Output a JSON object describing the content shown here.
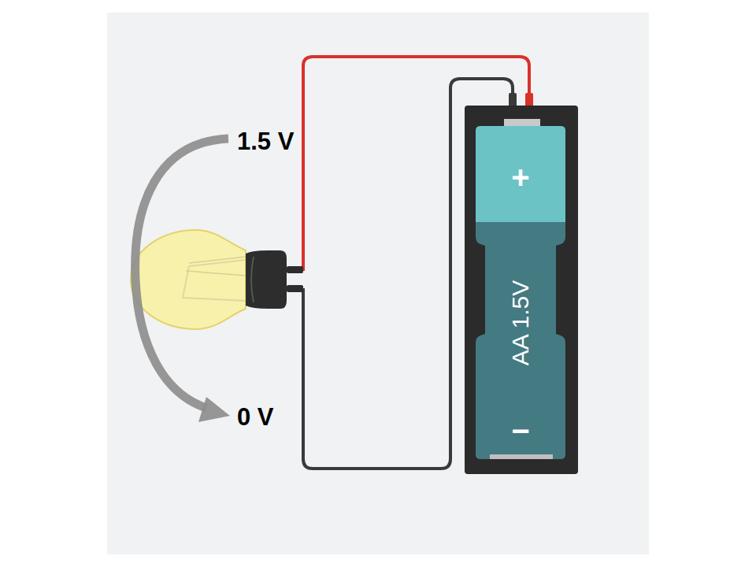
{
  "diagram": {
    "nodes": [
      {
        "text": [
          "+",
          "AA 1.5V",
          "−"
        ]
      }
    ],
    "labels": [
      "1.5 V",
      "0 V"
    ]
  }
}
